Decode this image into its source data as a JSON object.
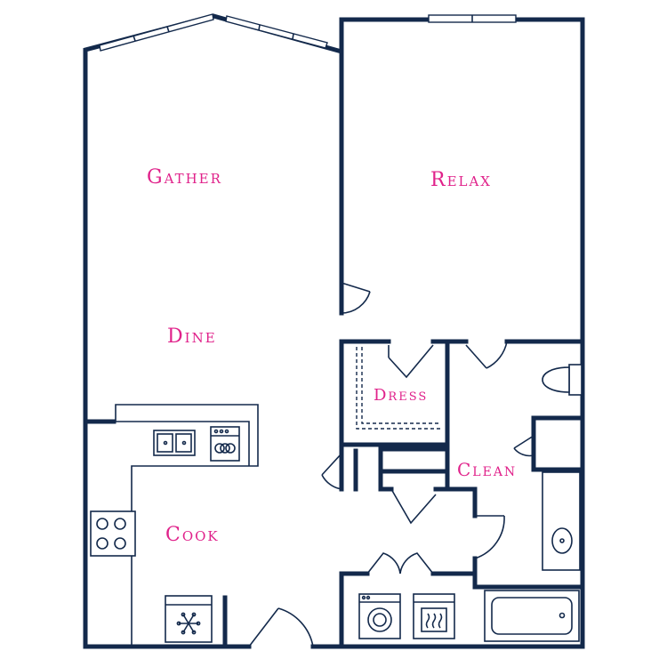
{
  "colors": {
    "wall": "#13294b",
    "label": "#e0218a",
    "background": "#ffffff"
  },
  "rooms": {
    "gather": "Gather",
    "relax": "Relax",
    "dine": "Dine",
    "dress": "Dress",
    "clean": "Clean",
    "cook": "Cook"
  },
  "icons": {
    "sink": "double-sink-icon",
    "dishwasher": "dishwasher-icon",
    "range": "cooktop-icon",
    "fridge": "refrigerator-icon",
    "washer": "washer-icon",
    "dryer": "dryer-icon",
    "toilet": "toilet-icon",
    "lav": "bathroom-sink-icon",
    "tub": "bathtub-icon"
  }
}
